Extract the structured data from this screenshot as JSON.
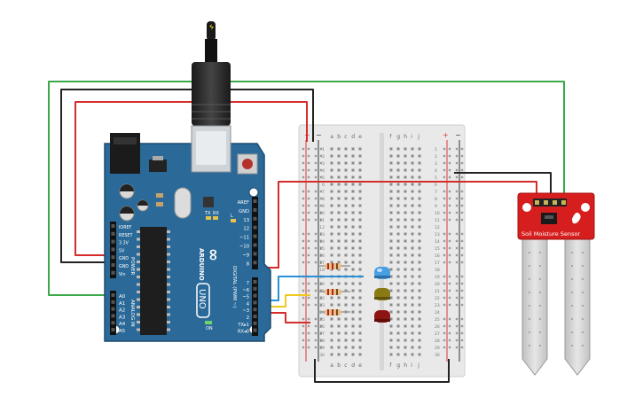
{
  "arduino": {
    "brand": "ARDUINO",
    "model": "UNO",
    "logo_symbol": "∞",
    "tx_label": "TX",
    "rx_label": "RX",
    "l_label": "L",
    "on_label": "ON",
    "power_title": "POWER",
    "power_pins": [
      "IOREF",
      "RESET",
      "3.3V",
      "5V",
      "GND",
      "GND",
      "Vin"
    ],
    "analog_title": "ANALOG IN",
    "analog_pins": [
      "A0",
      "A1",
      "A2",
      "A3",
      "A4",
      "A5"
    ],
    "digital_title": "DIGITAL (PWM ~)",
    "digital_top": [
      "AREF",
      "GND",
      "13",
      "12",
      "~11",
      "~10",
      "~9",
      "8"
    ],
    "digital_bottom": [
      "7",
      "~6",
      "~5",
      "4",
      "~3",
      "2",
      "TX▸1",
      "RX◂0"
    ]
  },
  "breadboard": {
    "columns": [
      "a",
      "b",
      "c",
      "d",
      "e",
      "f",
      "g",
      "h",
      "i",
      "j"
    ],
    "rows": [
      "1",
      "2",
      "3",
      "4",
      "5",
      "6",
      "7",
      "8",
      "9",
      "10",
      "11",
      "12",
      "13",
      "14",
      "15",
      "16",
      "17",
      "18",
      "19",
      "20",
      "21",
      "22",
      "23",
      "24",
      "25",
      "26",
      "27",
      "28",
      "29",
      "30"
    ],
    "rail_plus": "+",
    "rail_minus": "−"
  },
  "sensor": {
    "label": "Soil Moisture Sensor",
    "board_color": "#d71e1e"
  },
  "leds": [
    {
      "color_name": "blue",
      "color": "#4a9fe0"
    },
    {
      "color_name": "yellow",
      "color": "#8a7a14"
    },
    {
      "color_name": "red",
      "color": "#8e1414"
    }
  ],
  "wire_colors": {
    "green": "#3ba84a",
    "black": "#222222",
    "red": "#d62b2b",
    "blue": "#2a8fd6",
    "yellow": "#f0c81e"
  }
}
